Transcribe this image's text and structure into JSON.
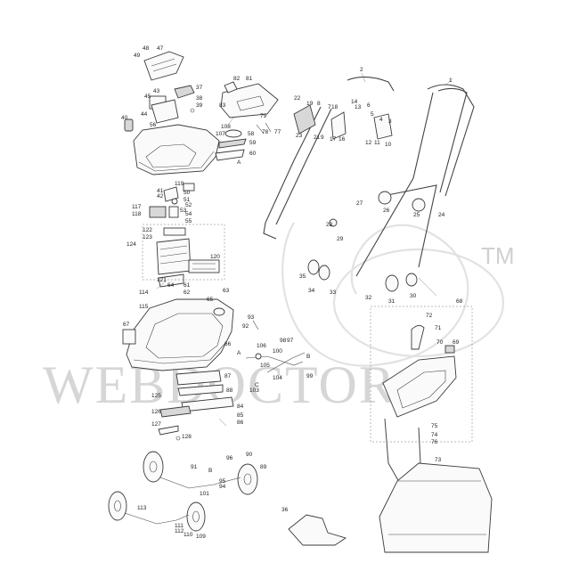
{
  "watermark": {
    "text": "WEBDOCTOR",
    "tm": "TM"
  },
  "callouts": [
    {
      "id": "c1",
      "t": "1"
    },
    {
      "id": "c2",
      "t": "2"
    },
    {
      "id": "c3",
      "t": "3"
    },
    {
      "id": "c4",
      "t": "4"
    },
    {
      "id": "c5",
      "t": "5"
    },
    {
      "id": "c6",
      "t": "6"
    },
    {
      "id": "c7",
      "t": "7"
    },
    {
      "id": "c8",
      "t": "8"
    },
    {
      "id": "c9",
      "t": "9"
    },
    {
      "id": "c10",
      "t": "10"
    },
    {
      "id": "c11",
      "t": "11"
    },
    {
      "id": "c12",
      "t": "12"
    },
    {
      "id": "c13",
      "t": "13"
    },
    {
      "id": "c14",
      "t": "14"
    },
    {
      "id": "c16",
      "t": "16"
    },
    {
      "id": "c17",
      "t": "17"
    },
    {
      "id": "c18",
      "t": "18"
    },
    {
      "id": "c19",
      "t": "19"
    },
    {
      "id": "c21",
      "t": "21"
    },
    {
      "id": "c22",
      "t": "22"
    },
    {
      "id": "c23",
      "t": "23"
    },
    {
      "id": "c24",
      "t": "24"
    },
    {
      "id": "c25",
      "t": "25"
    },
    {
      "id": "c26",
      "t": "26"
    },
    {
      "id": "c27",
      "t": "27"
    },
    {
      "id": "c28",
      "t": "28"
    },
    {
      "id": "c29",
      "t": "29"
    },
    {
      "id": "c30",
      "t": "30"
    },
    {
      "id": "c31",
      "t": "31"
    },
    {
      "id": "c32",
      "t": "32"
    },
    {
      "id": "c33",
      "t": "33"
    },
    {
      "id": "c34",
      "t": "34"
    },
    {
      "id": "c35",
      "t": "35"
    },
    {
      "id": "c36",
      "t": "36"
    },
    {
      "id": "c37",
      "t": "37"
    },
    {
      "id": "c38",
      "t": "38"
    },
    {
      "id": "c39",
      "t": "39"
    },
    {
      "id": "c40",
      "t": "40"
    },
    {
      "id": "c41",
      "t": "41"
    },
    {
      "id": "c42",
      "t": "42"
    },
    {
      "id": "c43",
      "t": "43"
    },
    {
      "id": "c44",
      "t": "44"
    },
    {
      "id": "c45",
      "t": "45"
    },
    {
      "id": "c47",
      "t": "47"
    },
    {
      "id": "c48",
      "t": "48"
    },
    {
      "id": "c49",
      "t": "49"
    },
    {
      "id": "c50",
      "t": "50"
    },
    {
      "id": "c51",
      "t": "51"
    },
    {
      "id": "c52",
      "t": "52"
    },
    {
      "id": "c53",
      "t": "53"
    },
    {
      "id": "c54",
      "t": "54"
    },
    {
      "id": "c55",
      "t": "55"
    },
    {
      "id": "c56",
      "t": "56"
    },
    {
      "id": "c58",
      "t": "58"
    },
    {
      "id": "c59",
      "t": "59"
    },
    {
      "id": "c60",
      "t": "60"
    },
    {
      "id": "c61",
      "t": "61"
    },
    {
      "id": "c62",
      "t": "62"
    },
    {
      "id": "c63",
      "t": "63"
    },
    {
      "id": "c64",
      "t": "64"
    },
    {
      "id": "c65",
      "t": "65"
    },
    {
      "id": "c66",
      "t": "66"
    },
    {
      "id": "c67",
      "t": "67"
    },
    {
      "id": "c68",
      "t": "68"
    },
    {
      "id": "c69",
      "t": "69"
    },
    {
      "id": "c70",
      "t": "70"
    },
    {
      "id": "c71",
      "t": "71"
    },
    {
      "id": "c72",
      "t": "72"
    },
    {
      "id": "c73",
      "t": "73"
    },
    {
      "id": "c74",
      "t": "74"
    },
    {
      "id": "c75",
      "t": "75"
    },
    {
      "id": "c76",
      "t": "76"
    },
    {
      "id": "c77",
      "t": "77"
    },
    {
      "id": "c78",
      "t": "78"
    },
    {
      "id": "c79",
      "t": "79"
    },
    {
      "id": "c81",
      "t": "81"
    },
    {
      "id": "c82",
      "t": "82"
    },
    {
      "id": "c83",
      "t": "83"
    },
    {
      "id": "c84",
      "t": "84"
    },
    {
      "id": "c85",
      "t": "85"
    },
    {
      "id": "c86",
      "t": "86"
    },
    {
      "id": "c87",
      "t": "87"
    },
    {
      "id": "c88",
      "t": "88"
    },
    {
      "id": "c89",
      "t": "89"
    },
    {
      "id": "c90",
      "t": "90"
    },
    {
      "id": "c91",
      "t": "91"
    },
    {
      "id": "c92",
      "t": "92"
    },
    {
      "id": "c93",
      "t": "93"
    },
    {
      "id": "c94",
      "t": "94"
    },
    {
      "id": "c95",
      "t": "95"
    },
    {
      "id": "c96",
      "t": "96"
    },
    {
      "id": "c97",
      "t": "97"
    },
    {
      "id": "c98",
      "t": "98"
    },
    {
      "id": "c99",
      "t": "99"
    },
    {
      "id": "c100",
      "t": "100"
    },
    {
      "id": "c101",
      "t": "101"
    },
    {
      "id": "c103",
      "t": "103"
    },
    {
      "id": "c104",
      "t": "104"
    },
    {
      "id": "c105",
      "t": "105"
    },
    {
      "id": "c106",
      "t": "106"
    },
    {
      "id": "c107",
      "t": "107"
    },
    {
      "id": "c108",
      "t": "108"
    },
    {
      "id": "c109",
      "t": "109"
    },
    {
      "id": "c110",
      "t": "110"
    },
    {
      "id": "c111",
      "t": "111"
    },
    {
      "id": "c112",
      "t": "112"
    },
    {
      "id": "c113",
      "t": "113"
    },
    {
      "id": "c114",
      "t": "114"
    },
    {
      "id": "c115",
      "t": "115"
    },
    {
      "id": "c117",
      "t": "117"
    },
    {
      "id": "c118",
      "t": "118"
    },
    {
      "id": "c119",
      "t": "119"
    },
    {
      "id": "c120",
      "t": "120"
    },
    {
      "id": "c121",
      "t": "121"
    },
    {
      "id": "c122",
      "t": "122"
    },
    {
      "id": "c123",
      "t": "123"
    },
    {
      "id": "c124",
      "t": "124"
    },
    {
      "id": "c125",
      "t": "125"
    },
    {
      "id": "c126",
      "t": "126"
    },
    {
      "id": "c127",
      "t": "127"
    },
    {
      "id": "c128",
      "t": "128"
    },
    {
      "id": "cA1",
      "t": "A"
    },
    {
      "id": "cA2",
      "t": "A"
    },
    {
      "id": "cB1",
      "t": "B"
    },
    {
      "id": "cB2",
      "t": "B"
    },
    {
      "id": "cC1",
      "t": "C"
    }
  ]
}
